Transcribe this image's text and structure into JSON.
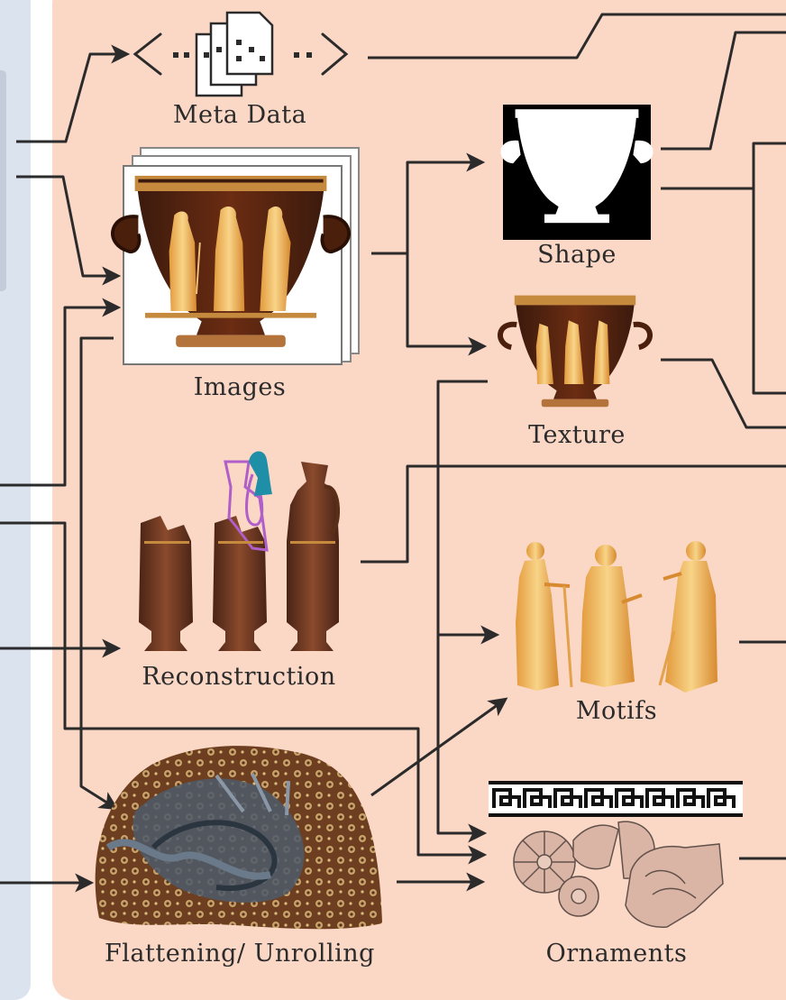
{
  "nodes": {
    "meta_data": "Meta Data",
    "images": "Images",
    "shape": "Shape",
    "texture": "Texture",
    "reconstruction": "Reconstruction",
    "motifs": "Motifs",
    "flattening": "Flattening/ Unrolling",
    "ornaments": "Ornaments"
  },
  "icons": {
    "meta_data": "code-document-icon",
    "images": "vase-image-stack",
    "shape": "vase-silhouette-mask",
    "texture": "vase-texture",
    "reconstruction": "lekythos-reconstruction",
    "motifs": "figure-motifs",
    "flattening": "unrolled-surface",
    "ornaments": "meander-and-palmette"
  },
  "colors": {
    "background_panel": "#fbd7c6",
    "left_panel": "#dbe3ef",
    "edge": "#2b2b2b",
    "vase_red": "#8a3f1a",
    "figure_orange": "#e9a24a",
    "highlight_purple": "#b05fc8",
    "highlight_teal": "#1f8fa8"
  }
}
